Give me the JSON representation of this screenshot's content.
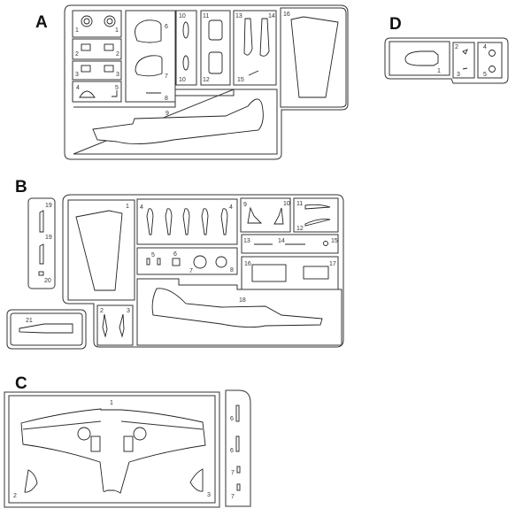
{
  "sprues": {
    "A": {
      "letter": "A",
      "labels": [
        "1",
        "1",
        "2",
        "2",
        "3",
        "3",
        "4",
        "5",
        "6",
        "7",
        "8",
        "10",
        "10",
        "11",
        "12",
        "13",
        "14",
        "15",
        "16",
        "9"
      ]
    },
    "B": {
      "letter": "B",
      "labels": [
        "19",
        "19",
        "20",
        "21",
        "1",
        "4",
        "4",
        "9",
        "10",
        "11",
        "12",
        "13",
        "14",
        "15",
        "5",
        "6",
        "7",
        "8",
        "16",
        "17",
        "18",
        "2",
        "3"
      ]
    },
    "C": {
      "letter": "C",
      "labels": [
        "1",
        "2",
        "3",
        "6",
        "6",
        "7",
        "7"
      ]
    },
    "D": {
      "letter": "D",
      "labels": [
        "1",
        "2",
        "3",
        "4",
        "5"
      ]
    }
  }
}
